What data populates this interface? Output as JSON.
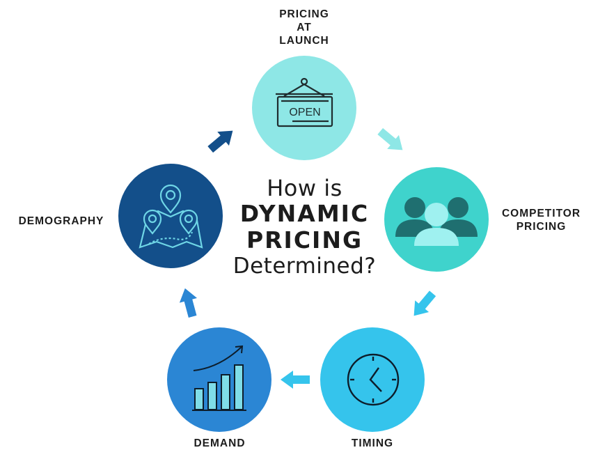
{
  "title": {
    "line1": "How is",
    "line2": "DYNAMIC",
    "line3": "PRICING",
    "line4": "Determined?"
  },
  "nodes": {
    "pricing_at_launch": {
      "label_lines": [
        "PRICING",
        "AT",
        "LAUNCH"
      ],
      "icon": "open-sign-icon",
      "sign_text": "OPEN",
      "color": "#8ee7e6"
    },
    "competitor_pricing": {
      "label_lines": [
        "COMPETITOR",
        "PRICING"
      ],
      "icon": "people-group-icon",
      "color": "#3fd3cc"
    },
    "timing": {
      "label": "TIMING",
      "icon": "clock-icon",
      "color": "#35c4ec"
    },
    "demand": {
      "label": "DEMAND",
      "icon": "bar-chart-growth-icon",
      "color": "#2b86d4"
    },
    "demography": {
      "label": "DEMOGRAPHY",
      "icon": "map-pins-icon",
      "color": "#134f8a"
    }
  },
  "colors": {
    "arrow_light": "#8ee7e6",
    "arrow_mid": "#35c4ec",
    "arrow_blue": "#2b86d4",
    "arrow_dark": "#134f8a",
    "text": "#1c1c1c"
  }
}
